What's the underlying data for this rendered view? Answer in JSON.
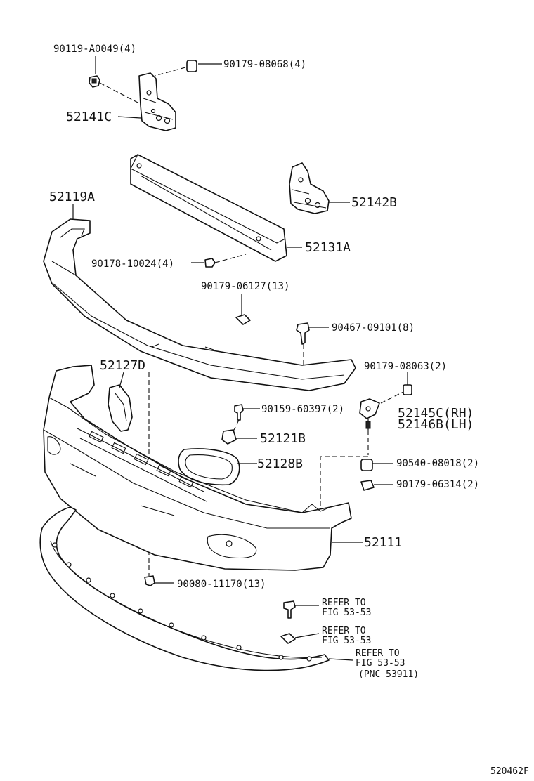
{
  "figure_id": "520462F",
  "callouts": {
    "p90119": "90119-A0049(4)",
    "p90179_08068": "90179-08068(4)",
    "p52141C": "52141C",
    "p52142B": "52142B",
    "p52119A": "52119A",
    "p52131A": "52131A",
    "p90178": "90178-10024(4)",
    "p90179_06127": "90179-06127(13)",
    "p90467": "90467-09101(8)",
    "p52127D": "52127D",
    "p90179_08063": "90179-08063(2)",
    "p90159": "90159-60397(2)",
    "p52145C": "52145C(RH)",
    "p52146B": "52146B(LH)",
    "p52121B": "52121B",
    "p52128B": "52128B",
    "p90540": "90540-08018(2)",
    "p90179_06314": "90179-06314(2)",
    "p52111": "52111",
    "p90080": "90080-11170(13)"
  },
  "references": {
    "ref1_line1": "REFER TO",
    "ref1_line2": "FIG 53-53",
    "ref2_line1": "REFER TO",
    "ref2_line2": "FIG 53-53",
    "ref3_line1": "REFER TO",
    "ref3_line2": "FIG 53-53",
    "ref3_line3": "(PNC 53911)"
  }
}
